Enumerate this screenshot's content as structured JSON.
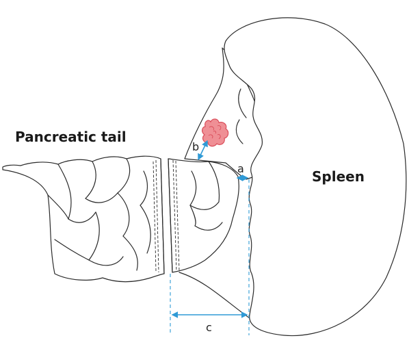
{
  "labels": {
    "pancreatic_tail": "Pancreatic tail",
    "spleen": "Spleen",
    "a": "a",
    "b": "b",
    "c": "c"
  },
  "colors": {
    "measurement": "#2f9ad6",
    "lesion_fill": "#ef8f95",
    "lesion_stroke": "#d94a57",
    "outline": "#2a2a2a"
  }
}
